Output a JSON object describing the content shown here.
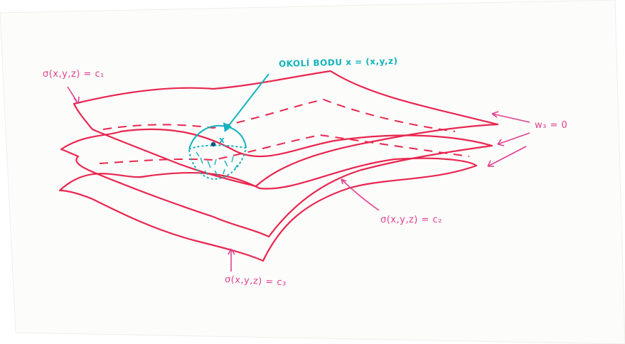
{
  "colors": {
    "surface": "#e8264f",
    "annotation": "#e0408f",
    "neighborhood": "#12b3bd",
    "point": "#0b5b78",
    "paper": "#fcfcfa"
  },
  "labels": {
    "neighborhood": "OKOLÍ BODU x = (x,y,z)",
    "top_surface": "σ(x,y,z) = c₁",
    "middle_surface": "σ(x,y,z) = c₂",
    "bottom_surface": "σ(x,y,z) = c₃",
    "w_zero": "w₃ = 0",
    "point_x": "x"
  }
}
